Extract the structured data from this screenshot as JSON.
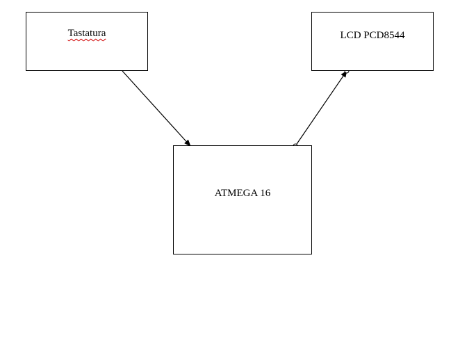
{
  "diagram": {
    "nodes": {
      "keyboard": {
        "label": "Tastatura"
      },
      "lcd": {
        "label": "LCD PCD8544"
      },
      "mcu": {
        "label": "ATMEGA 16"
      }
    },
    "connections": [
      {
        "from": "keyboard",
        "to": "mcu",
        "style": "arrow"
      },
      {
        "from": "mcu",
        "to": "lcd",
        "style": "arrow-with-circle-ends"
      }
    ],
    "colors": {
      "line": "#000000",
      "box_border": "#000000",
      "background": "#ffffff",
      "spellcheck_underline": "#d00000"
    }
  }
}
